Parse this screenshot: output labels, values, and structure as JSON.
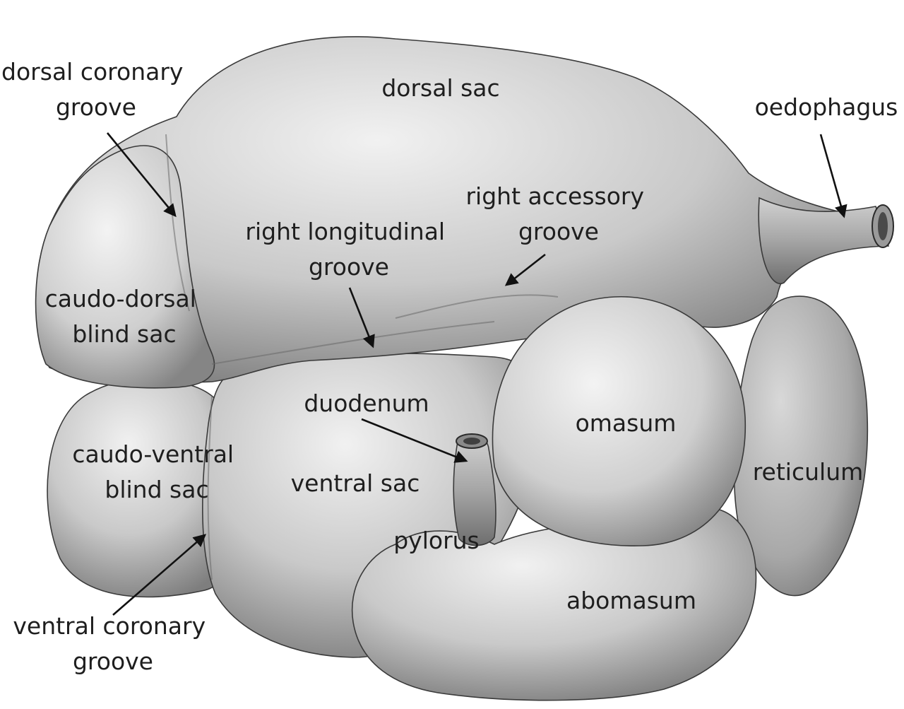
{
  "labels": {
    "dorsal_coronary_groove": [
      "dorsal coronary",
      "groove"
    ],
    "dorsal_sac": "dorsal sac",
    "oesophagus": "oedophagus",
    "right_accessory_groove": [
      "right accessory",
      "groove"
    ],
    "right_longitudinal_groove": [
      "right longitudinal",
      "groove"
    ],
    "caudo_dorsal_blind_sac": [
      "caudo-dorsal",
      "blind sac"
    ],
    "duodenum": "duodenum",
    "omasum": "omasum",
    "caudo_ventral_blind_sac": [
      "caudo-ventral",
      "blind sac"
    ],
    "ventral_sac": "ventral sac",
    "reticulum": "reticulum",
    "pylorus": "pylorus",
    "abomasum": "abomasum",
    "ventral_coronary_groove": [
      "ventral coronary",
      "groove"
    ]
  },
  "colors": {
    "organ_light": "#eeeeee",
    "organ_mid": "#b8b8b8",
    "organ_dark": "#7c7c7c",
    "text": "#1e1e1e",
    "arrow": "#111111"
  }
}
